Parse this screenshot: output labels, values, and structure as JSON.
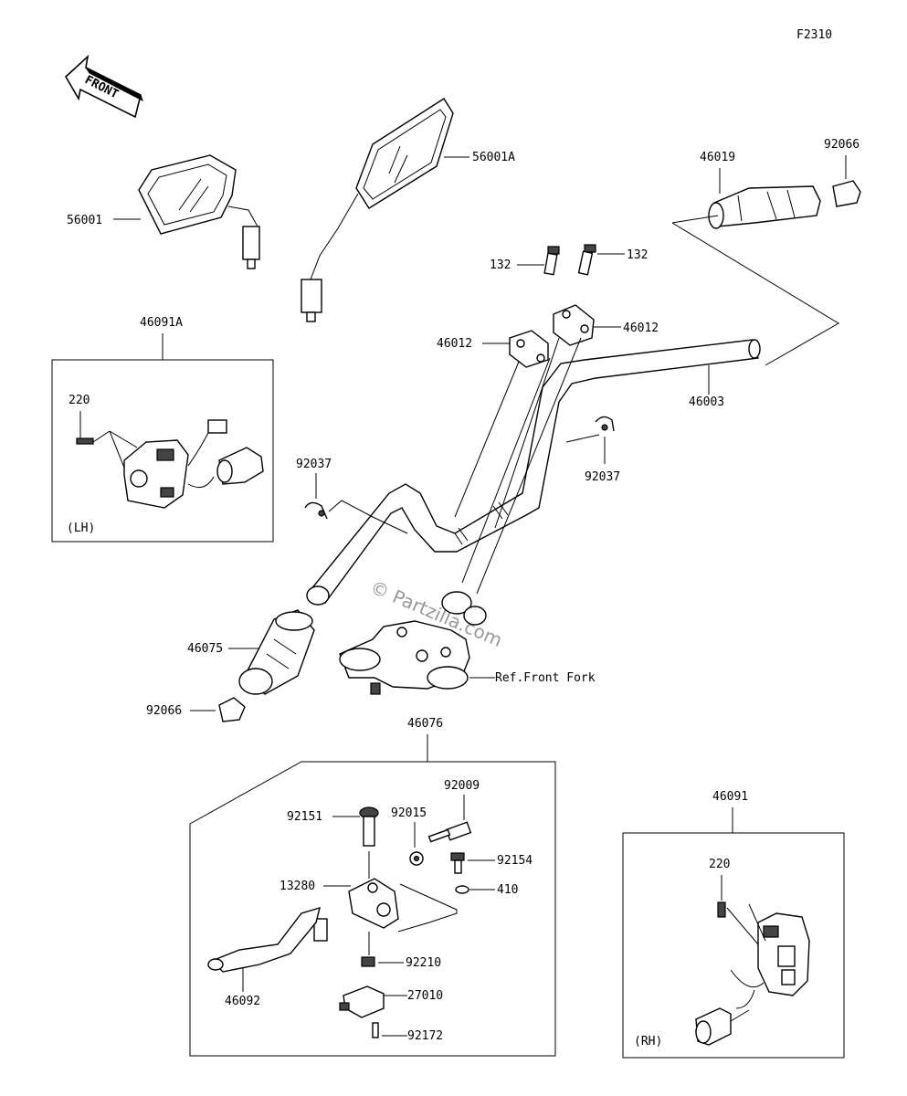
{
  "figure_id": "F2310",
  "direction_label": "FRONT",
  "watermark": "© Partzilla.com",
  "parts": {
    "mirror_left": "56001",
    "mirror_right": "56001A",
    "switch_lh_assy": "46091A",
    "switch_lh_tag": "(LH)",
    "screw_lh": "220",
    "bolt_left": "132",
    "bolt_right": "132",
    "holder_left": "46012",
    "holder_right": "46012",
    "grip_right": "46019",
    "end_right": "92066",
    "handlebar": "46003",
    "clamp_left": "92037",
    "clamp_right": "92037",
    "grip_left": "46075",
    "end_left": "92066",
    "ref_front_fork": "Ref.Front Fork",
    "lever_assy": "46076",
    "bolt_92151": "92151",
    "washer_92015": "92015",
    "adjuster_92009": "92009",
    "bolt_92154": "92154",
    "holder_13280": "13280",
    "nut_410": "410",
    "nut_92210": "92210",
    "lever_46092": "46092",
    "switch_27010": "27010",
    "screw_92172": "92172",
    "switch_rh_assy": "46091",
    "switch_rh_tag": "(RH)",
    "screw_rh": "220"
  }
}
